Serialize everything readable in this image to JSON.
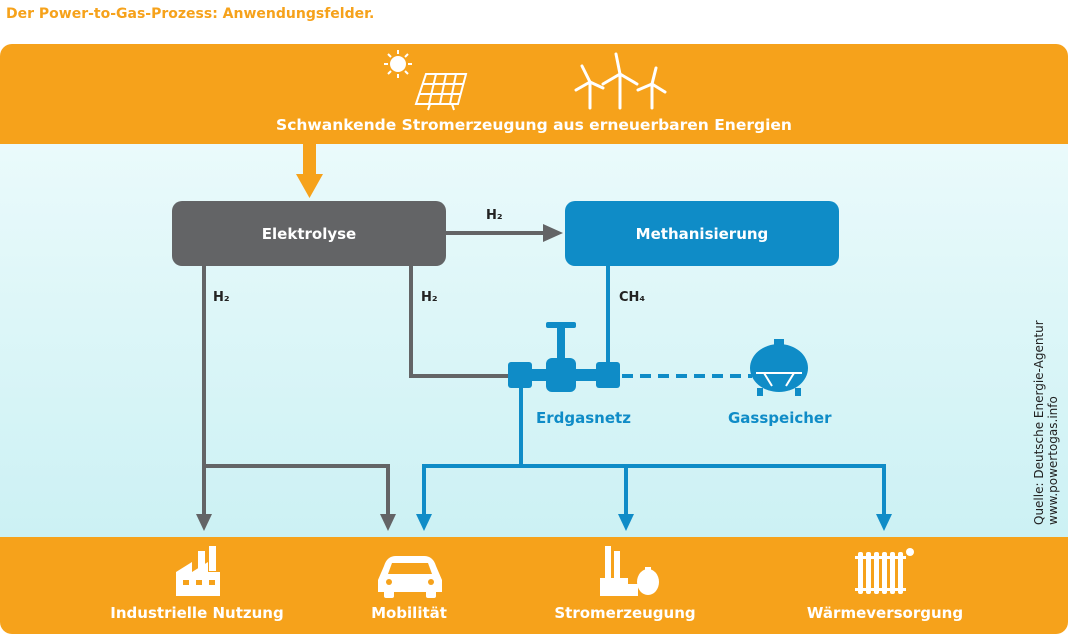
{
  "title": "Der Power-to-Gas-Prozess: Anwendungsfelder.",
  "top": {
    "label": "Schwankende Stromerzeugung aus erneuerbaren Energien",
    "icons": [
      "sun-icon",
      "solar-panel-icon",
      "wind-turbine-icon"
    ]
  },
  "boxes": {
    "elektrolyse": "Elektrolyse",
    "methanisierung": "Methanisierung"
  },
  "flows": {
    "h2_right": "H₂",
    "h2_left": "H₂",
    "h2_mid": "H₂",
    "ch4": "CH₄"
  },
  "nodes": {
    "erdgasnetz": "Erdgasnetz",
    "gasspeicher": "Gasspeicher"
  },
  "applications": [
    {
      "label": "Industrielle Nutzung",
      "icon": "factory-icon"
    },
    {
      "label": "Mobilität",
      "icon": "car-icon"
    },
    {
      "label": "Stromerzeugung",
      "icon": "power-plant-icon"
    },
    {
      "label": "Wärmeversorgung",
      "icon": "radiator-icon"
    }
  ],
  "source": {
    "line1": "Quelle: Deutsche Energie-Agentur",
    "line2": "www.powertogas.info"
  },
  "colors": {
    "orange": "#f6a21b",
    "gray": "#636466",
    "blue": "#0f8cc7",
    "background": "#d6f4f6"
  }
}
